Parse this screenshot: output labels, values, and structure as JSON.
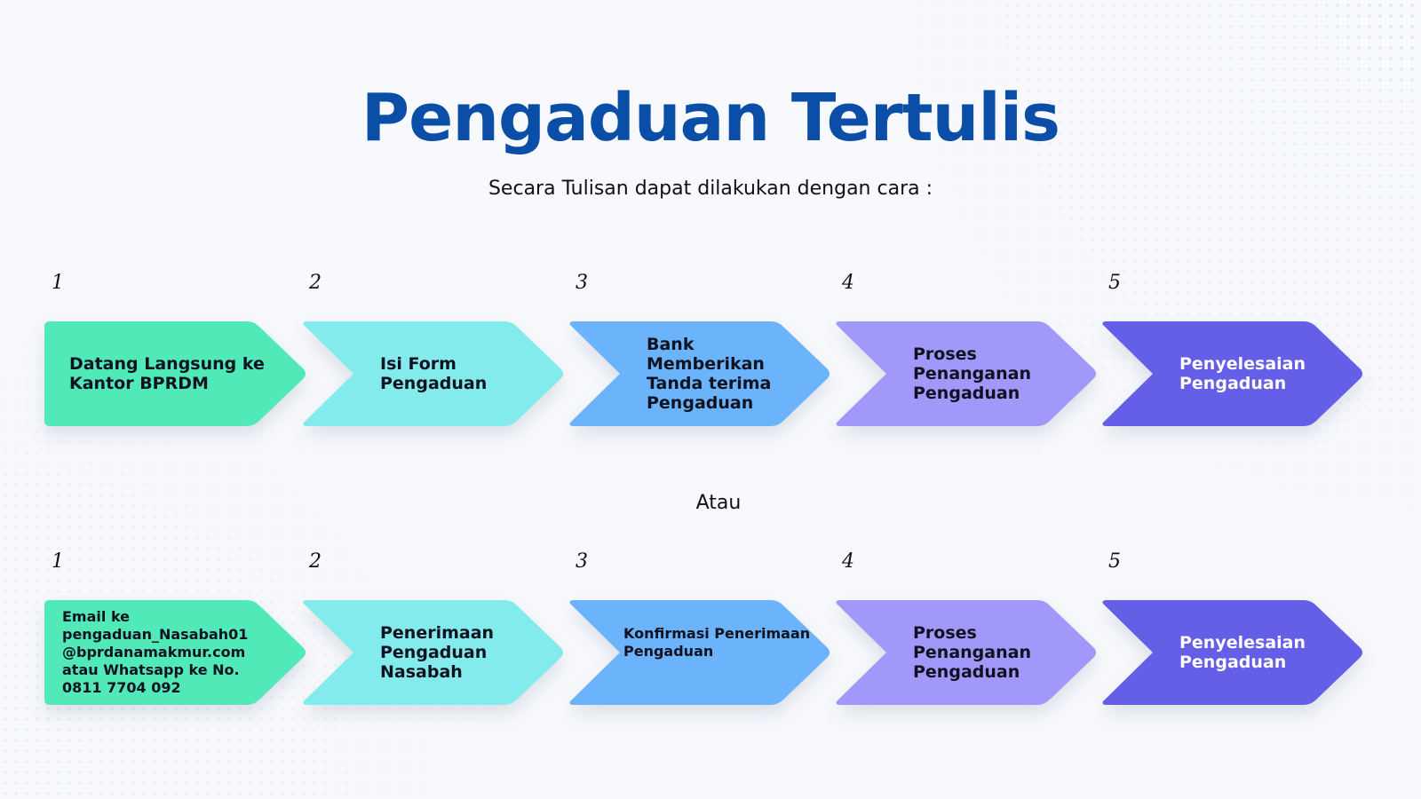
{
  "title": "Pengaduan Tertulis",
  "subtitle": "Secara Tulisan dapat dilakukan dengan cara :",
  "separator": "Atau",
  "colors": {
    "title": "#0b4ea8",
    "step1": "#52e9b8",
    "step2": "#83ebec",
    "step3": "#6bb3fa",
    "step4": "#a199fa",
    "step5": "#655ee6",
    "text_dark": "#0f1220",
    "text_light": "#ffffff"
  },
  "flow_1": {
    "steps": [
      {
        "number": "1",
        "label": "Datang Langsung ke\nKantor BPRDM"
      },
      {
        "number": "2",
        "label": "Isi Form\nPengaduan"
      },
      {
        "number": "3",
        "label": "Bank Memberikan\nTanda terima\nPengaduan"
      },
      {
        "number": "4",
        "label": "Proses\nPenanganan\nPengaduan"
      },
      {
        "number": "5",
        "label": "Penyelesaian\nPengaduan"
      }
    ]
  },
  "flow_2": {
    "steps": [
      {
        "number": "1",
        "label": "Email ke\npengaduan_Nasabah01\n@bprdanamakmur.com\natau Whatsapp ke No.\n0811 7704 092"
      },
      {
        "number": "2",
        "label": "Penerimaan\nPengaduan\nNasabah"
      },
      {
        "number": "3",
        "label": "Konfirmasi Penerimaan\nPengaduan"
      },
      {
        "number": "4",
        "label": "Proses\nPenanganan\nPengaduan"
      },
      {
        "number": "5",
        "label": "Penyelesaian\nPengaduan"
      }
    ]
  }
}
